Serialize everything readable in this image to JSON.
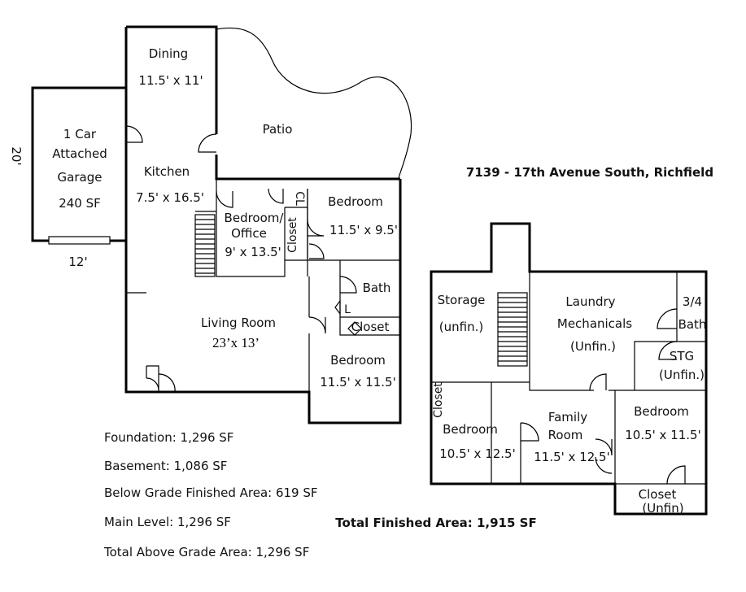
{
  "address": "7139 - 17th Avenue South, Richfield",
  "main_level": {
    "garage": {
      "line1": "1 Car",
      "line2": "Attached",
      "line3": "Garage",
      "area": "240 SF",
      "dim_v": "20'",
      "dim_h": "12'"
    },
    "dining": {
      "name": "Dining",
      "dims": "11.5' x 11'"
    },
    "patio": {
      "name": "Patio"
    },
    "kitchen": {
      "name": "Kitchen",
      "dims": "7.5' x 16.5'"
    },
    "bedroom_office": {
      "line1": "Bedroom/",
      "line2": "Office",
      "dims": "9' x 13.5'"
    },
    "cl": "CL",
    "closet": "Closet",
    "bedroom1": {
      "name": "Bedroom",
      "dims": "11.5' x 9.5'"
    },
    "bath": "Bath",
    "l": "L",
    "closet2": "Closet",
    "living": {
      "name": "Living Room",
      "dims": "23’x 13’"
    },
    "bedroom2": {
      "name": "Bedroom",
      "dims": "11.5' x 11.5'"
    }
  },
  "basement": {
    "storage": {
      "name": "Storage",
      "note": "(unfin.)"
    },
    "laundry": {
      "line1": "Laundry",
      "line2": "Mechanicals",
      "note": "(Unfin.)"
    },
    "bath34": {
      "line1": "3/4",
      "line2": "Bath"
    },
    "stg": {
      "name": "STG",
      "note": "(Unfin.)"
    },
    "closet": "Closet",
    "bedroom_left": {
      "name": "Bedroom",
      "dims": "10.5' x 12.5'"
    },
    "family": {
      "line1": "Family",
      "line2": "Room",
      "dims": "11.5' x 12.5'"
    },
    "bedroom_right": {
      "name": "Bedroom",
      "dims": "10.5' x 11.5'"
    },
    "closet_unfin": {
      "name": "Closet",
      "note": "(Unfin)"
    }
  },
  "stats": {
    "foundation": "Foundation: 1,296 SF",
    "basement": "Basement: 1,086 SF",
    "below_grade": "Below Grade Finished Area: 619 SF",
    "main_level": "Main Level: 1,296 SF",
    "total_above": "Total Above Grade Area: 1,296 SF",
    "total_finished": "Total Finished Area: 1,915 SF"
  }
}
